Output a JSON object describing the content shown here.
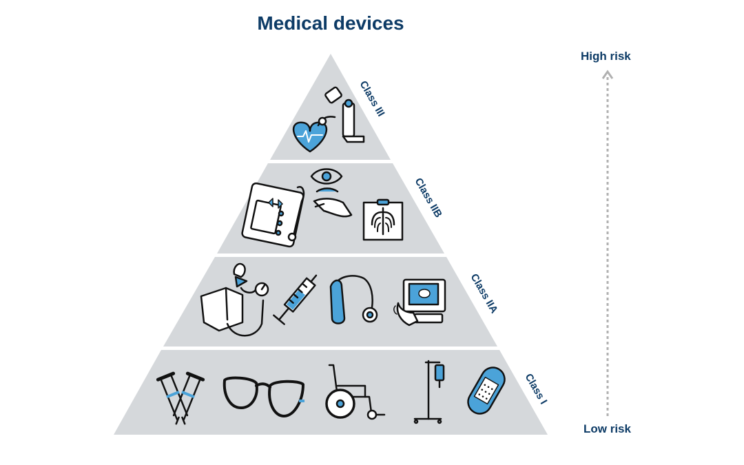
{
  "title": "Medical devices",
  "risk_axis": {
    "high_label": "High risk",
    "low_label": "Low risk"
  },
  "tiers": [
    {
      "label": "Class III",
      "devices": [
        "pacemaker-icon",
        "inhaler-icon"
      ]
    },
    {
      "label": "Class IIB",
      "devices": [
        "infusion-pump-icon",
        "contact-lens-icon",
        "xray-icon"
      ]
    },
    {
      "label": "Class IIA",
      "devices": [
        "blood-pressure-monitor-icon",
        "syringe-icon",
        "hearing-aid-icon",
        "ultrasound-icon"
      ]
    },
    {
      "label": "Class I",
      "devices": [
        "crutches-icon",
        "glasses-icon",
        "wheelchair-icon",
        "iv-stand-icon",
        "bandage-icon"
      ]
    }
  ],
  "colors": {
    "tier_fill": "#d5d8db",
    "accent_blue": "#4ba3d9",
    "text_navy": "#0d3b66",
    "arrow": "#b0b0b0",
    "stroke": "#111111"
  }
}
